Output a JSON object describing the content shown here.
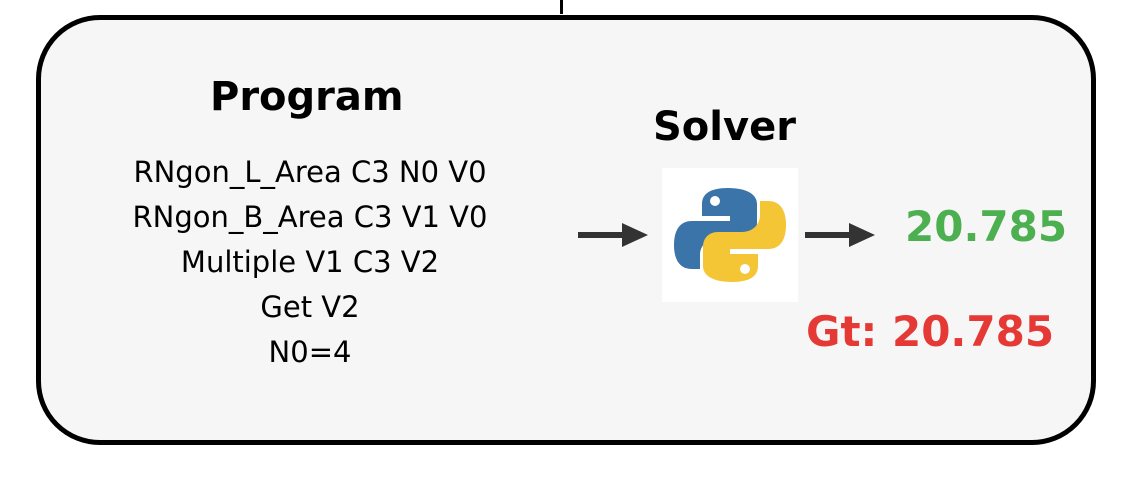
{
  "program": {
    "title": "Program",
    "lines": [
      "RNgon_L_Area C3 N0 V0",
      "RNgon_B_Area C3 V1 V0",
      "Multiple V1 C3 V2",
      "Get V2",
      "N0=4"
    ]
  },
  "solver": {
    "title": "Solver",
    "icon": "python-logo-icon"
  },
  "result": {
    "predicted_value": "20.785",
    "ground_truth_label": "Gt: 20.785"
  },
  "colors": {
    "predicted": "#4caf50",
    "ground_truth": "#e53935",
    "panel_background": "#f6f6f6",
    "python_blue": "#3a74a8",
    "python_yellow": "#f4c534"
  }
}
